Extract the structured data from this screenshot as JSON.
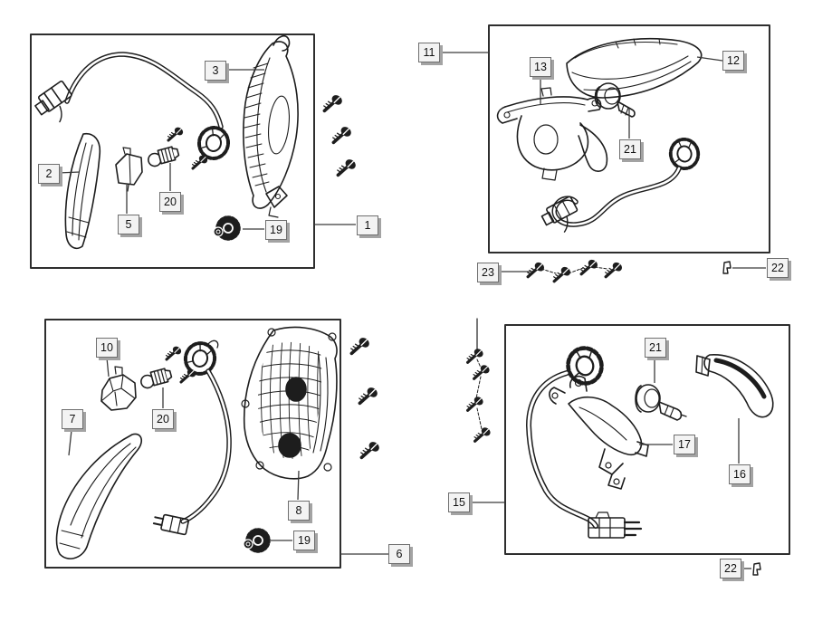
{
  "figure": {
    "kind": "exploded-parts-diagram",
    "background": "#ffffff"
  },
  "style_colors": {
    "ink": "#1d1d1d",
    "panel_border": "#2e2e2e",
    "leader_line": "#3a3a3a",
    "label_background": "#f3f3f3",
    "label_border": "#6f6f6f",
    "label_shadow": "#a3a3a3",
    "label_text": "#111111"
  },
  "panels": [
    {
      "id": "top-left",
      "assembly_callout": "1",
      "callouts": [
        "3",
        "2",
        "5",
        "20",
        "19",
        "1"
      ]
    },
    {
      "id": "top-right",
      "assembly_callout": "11",
      "callouts": [
        "11",
        "13",
        "12",
        "21",
        "23",
        "22"
      ]
    },
    {
      "id": "bottom-left",
      "assembly_callout": "6",
      "callouts": [
        "10",
        "7",
        "20",
        "8",
        "19",
        "6"
      ]
    },
    {
      "id": "bottom-right",
      "assembly_callout": "15",
      "callouts": [
        "21",
        "17",
        "16",
        "15",
        "22"
      ]
    }
  ],
  "callouts": [
    {
      "label": "3",
      "panel": "top-left"
    },
    {
      "label": "2",
      "panel": "top-left"
    },
    {
      "label": "5",
      "panel": "top-left"
    },
    {
      "label": "20",
      "panel": "top-left"
    },
    {
      "label": "19",
      "panel": "top-left"
    },
    {
      "label": "1",
      "panel": "top-left"
    },
    {
      "label": "11",
      "panel": "top-right"
    },
    {
      "label": "13",
      "panel": "top-right"
    },
    {
      "label": "12",
      "panel": "top-right"
    },
    {
      "label": "21",
      "panel": "top-right"
    },
    {
      "label": "23",
      "panel": "top-right"
    },
    {
      "label": "22",
      "panel": "top-right"
    },
    {
      "label": "10",
      "panel": "bottom-left"
    },
    {
      "label": "7",
      "panel": "bottom-left"
    },
    {
      "label": "20",
      "panel": "bottom-left"
    },
    {
      "label": "8",
      "panel": "bottom-left"
    },
    {
      "label": "19",
      "panel": "bottom-left"
    },
    {
      "label": "6",
      "panel": "bottom-left"
    },
    {
      "label": "21",
      "panel": "bottom-right"
    },
    {
      "label": "17",
      "panel": "bottom-right"
    },
    {
      "label": "16",
      "panel": "bottom-right"
    },
    {
      "label": "15",
      "panel": "bottom-right"
    },
    {
      "label": "22",
      "panel": "bottom-right"
    }
  ]
}
